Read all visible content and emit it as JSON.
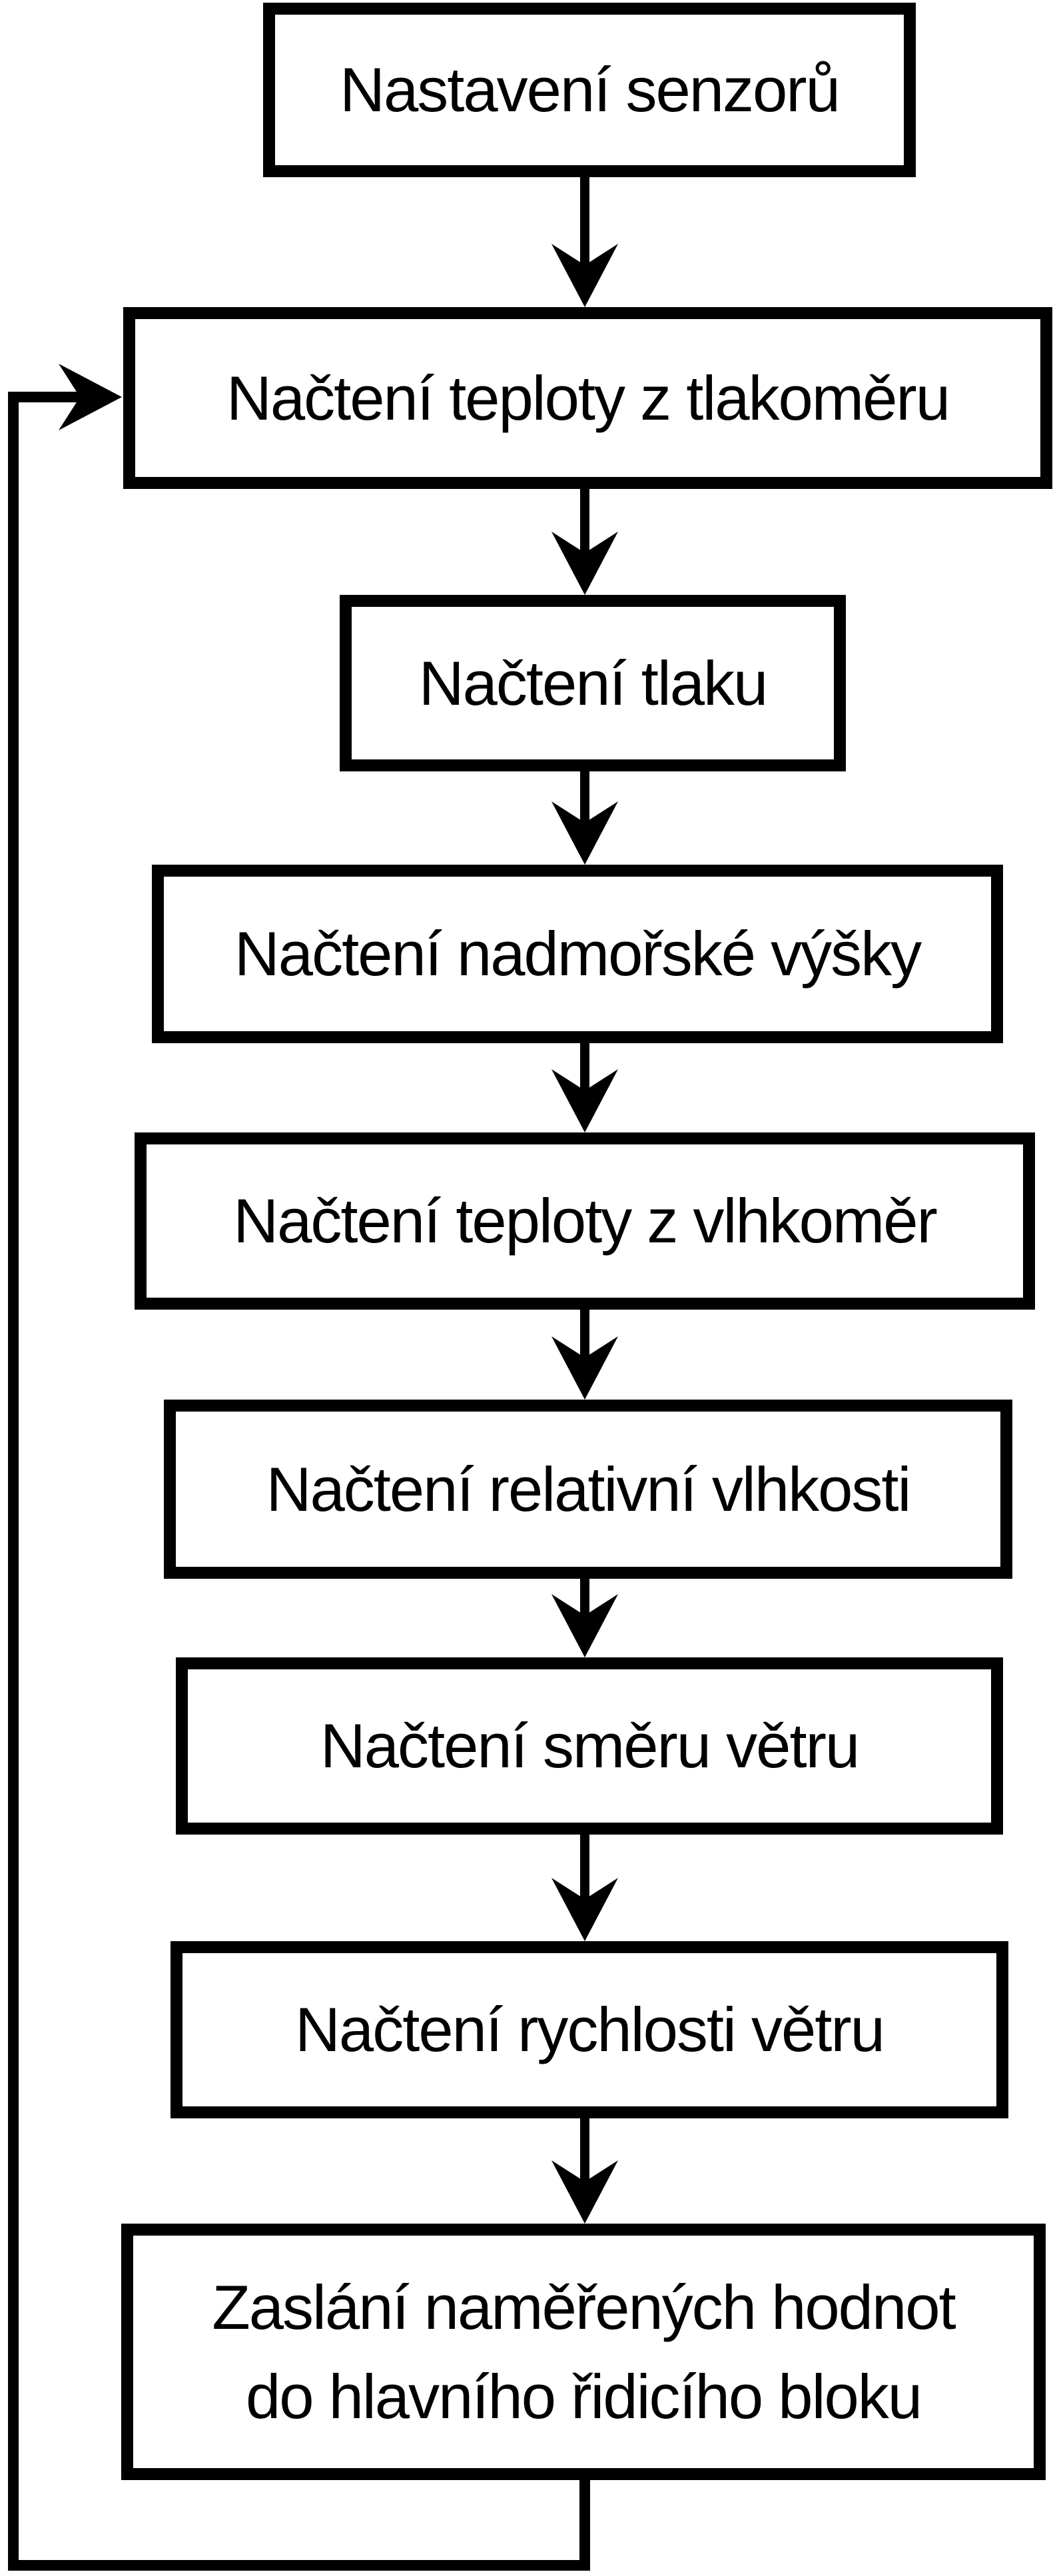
{
  "flowchart": {
    "colors": {
      "stroke": "#000000",
      "background": "#ffffff",
      "text": "#000000"
    },
    "nodes": [
      {
        "id": "setup-sensors",
        "label": "Nastavení senzorů"
      },
      {
        "id": "read-temp-barometer",
        "label": "Načtení teploty z tlakoměru"
      },
      {
        "id": "read-pressure",
        "label": "Načtení tlaku"
      },
      {
        "id": "read-altitude",
        "label": "Načtení nadmořské výšky"
      },
      {
        "id": "read-temp-hygrometer",
        "label": "Načtení teploty z vlhkoměr"
      },
      {
        "id": "read-relative-humidity",
        "label": "Načtení relativní vlhkosti"
      },
      {
        "id": "read-wind-direction",
        "label": "Načtení směru větru"
      },
      {
        "id": "read-wind-speed",
        "label": "Načtení rychlosti větru"
      },
      {
        "id": "send-measured-values",
        "label": "Zaslání naměřených hodnot\ndo hlavního řidicího bloku"
      }
    ],
    "edges": [
      {
        "from": "setup-sensors",
        "to": "read-temp-barometer",
        "type": "down"
      },
      {
        "from": "read-temp-barometer",
        "to": "read-pressure",
        "type": "down"
      },
      {
        "from": "read-pressure",
        "to": "read-altitude",
        "type": "down"
      },
      {
        "from": "read-altitude",
        "to": "read-temp-hygrometer",
        "type": "down"
      },
      {
        "from": "read-temp-hygrometer",
        "to": "read-relative-humidity",
        "type": "down"
      },
      {
        "from": "read-relative-humidity",
        "to": "read-wind-direction",
        "type": "down"
      },
      {
        "from": "read-wind-direction",
        "to": "read-wind-speed",
        "type": "down"
      },
      {
        "from": "read-wind-speed",
        "to": "send-measured-values",
        "type": "down"
      },
      {
        "from": "send-measured-values",
        "to": "read-temp-barometer",
        "type": "loop-back-left"
      }
    ]
  }
}
